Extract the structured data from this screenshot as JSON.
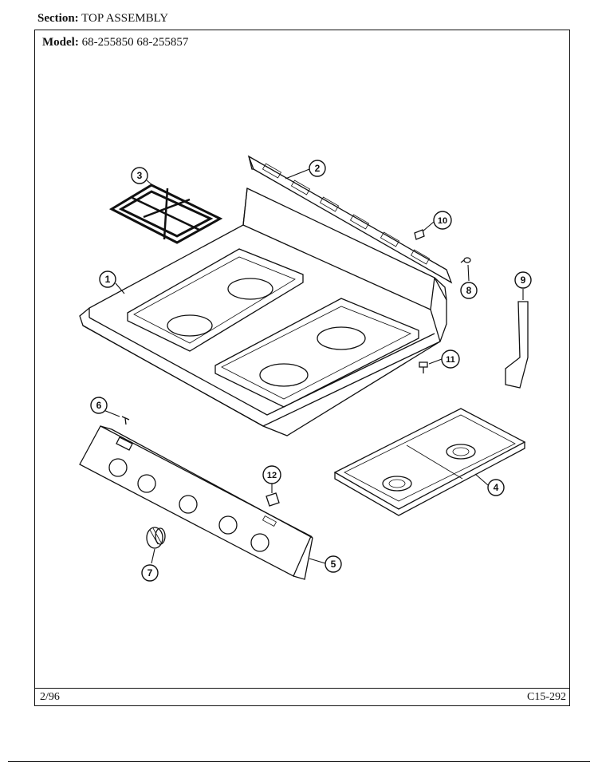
{
  "header": {
    "section_label": "Section:",
    "section_value": "TOP ASSEMBLY",
    "model_label": "Model:",
    "model_value": "68-255850  68-255857"
  },
  "footer": {
    "date": "2/96",
    "code": "C15-292"
  },
  "callouts": [
    "1",
    "2",
    "3",
    "4",
    "5",
    "6",
    "7",
    "8",
    "9",
    "10",
    "11",
    "12"
  ]
}
